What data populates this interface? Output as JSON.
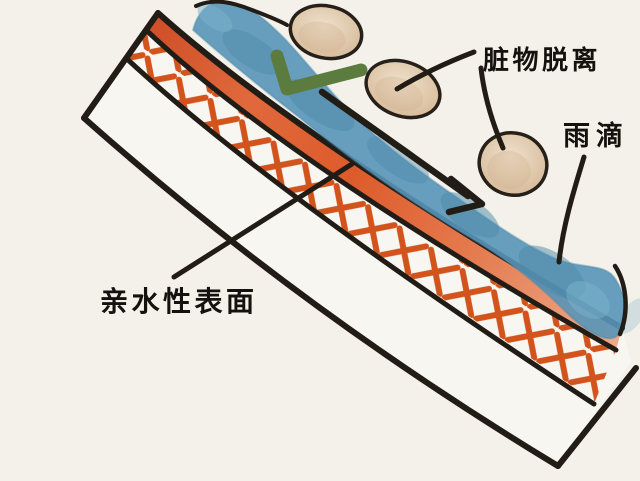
{
  "canvas": {
    "background": "#f3f1ea"
  },
  "labels": {
    "dirt_detach": "脏物脱离",
    "raindrop": "雨滴",
    "hydrophilic_surface": "亲水性表面"
  },
  "palette": {
    "ink": "#221c16",
    "text": "#15110d",
    "water": "#5995b8",
    "water_dark": "#4d89a9",
    "water_light": "#7ab3cc",
    "coating_orange": "#dd5b2b",
    "lattice_orange": "#d2531c",
    "dirt_tan": "#dfc8ab",
    "check_green": "#5b7b3f"
  }
}
